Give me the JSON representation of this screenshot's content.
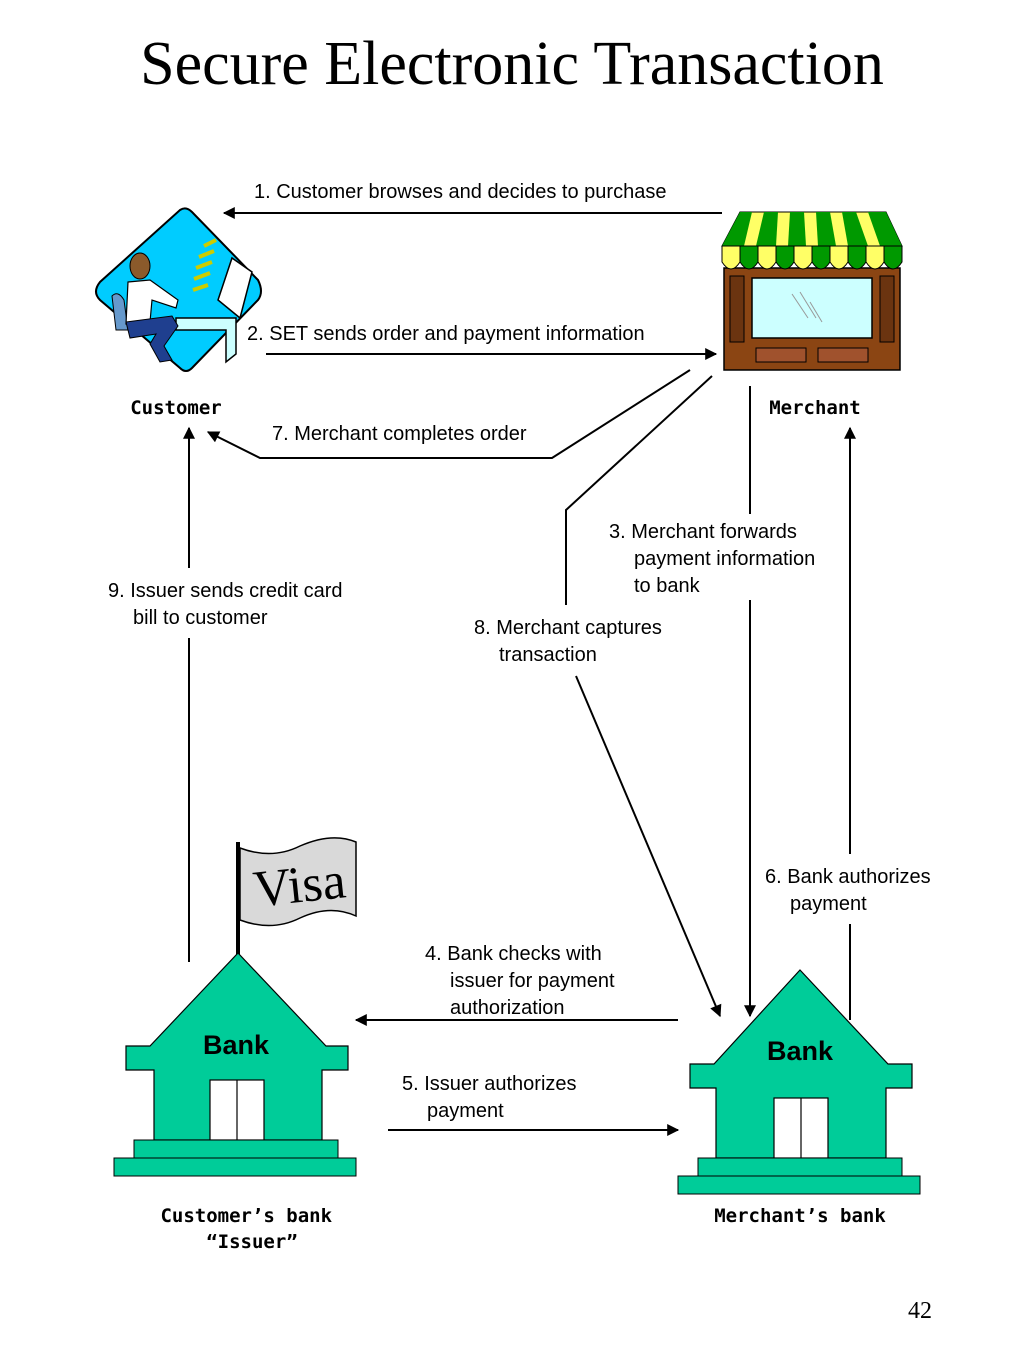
{
  "title": "Secure Electronic Transaction",
  "nodes": {
    "customer": "Customer",
    "merchant": "Merchant",
    "customer_bank": [
      "Customer’s bank",
      "“Issuer”"
    ],
    "merchant_bank": "Merchant’s bank"
  },
  "bank_sign": "Bank",
  "flag_text": "Visa",
  "steps": {
    "s1": [
      "1.  Customer browses and decides to purchase"
    ],
    "s2": [
      "2. SET sends order and payment information"
    ],
    "s3": [
      "3. Merchant forwards",
      "payment information",
      "to bank"
    ],
    "s4": [
      "4. Bank checks with",
      "issuer for payment",
      "authorization"
    ],
    "s5": [
      "5. Issuer authorizes",
      "payment"
    ],
    "s6": [
      "6. Bank authorizes",
      "payment"
    ],
    "s7": [
      "7. Merchant completes order"
    ],
    "s8": [
      "8. Merchant captures",
      "transaction"
    ],
    "s9": [
      "9. Issuer sends credit card",
      "bill to customer"
    ]
  },
  "page_number": "42",
  "colors": {
    "bank_fill": "#00cc99",
    "customer_diamond": "#00ccff",
    "awning_green": "#009900",
    "awning_yellow": "#ffff66",
    "store_brown": "#8b4513",
    "store_window": "#ccffff",
    "flag_fill": "#d9d9d9"
  }
}
